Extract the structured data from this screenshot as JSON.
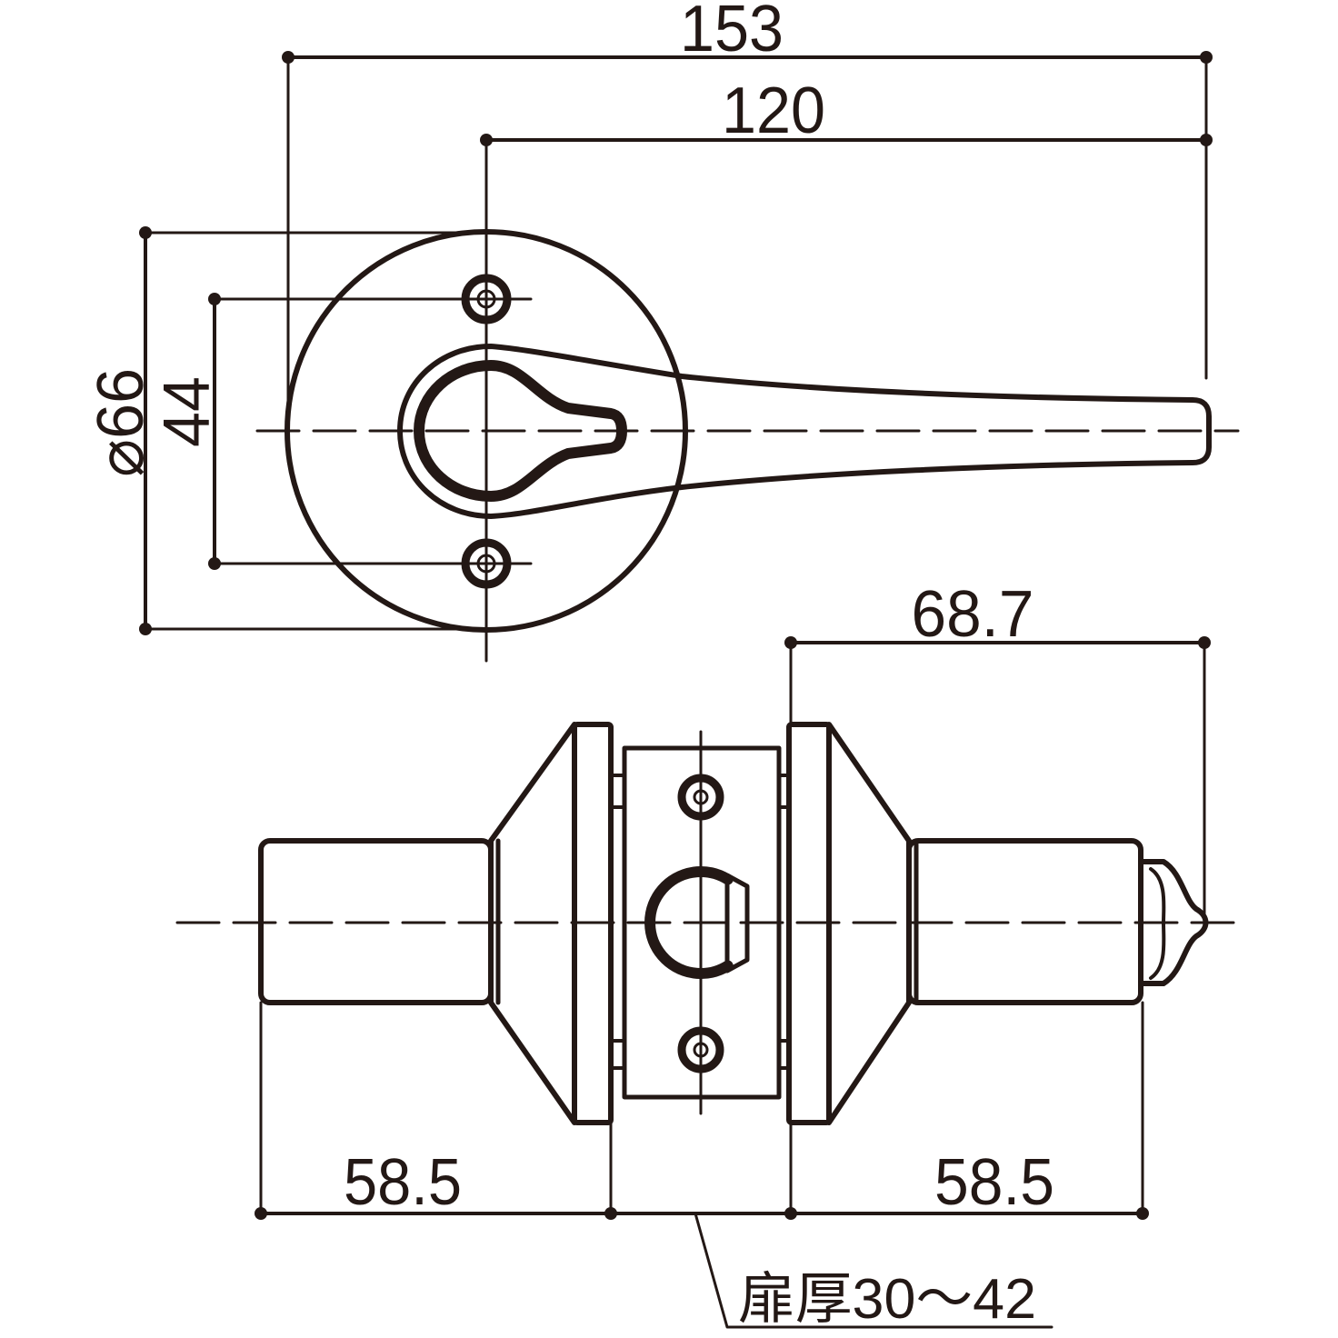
{
  "colors": {
    "ink": "#231815",
    "background": "#ffffff"
  },
  "top_view": {
    "dim_overall_length": "153",
    "dim_lever_length": "120",
    "dim_rose_diameter": "⌀66",
    "dim_screw_pitch": "44"
  },
  "side_view": {
    "dim_projection": "68.7",
    "dim_left_depth": "58.5",
    "dim_right_depth": "58.5",
    "door_thickness_note": "扉厚30～42"
  }
}
